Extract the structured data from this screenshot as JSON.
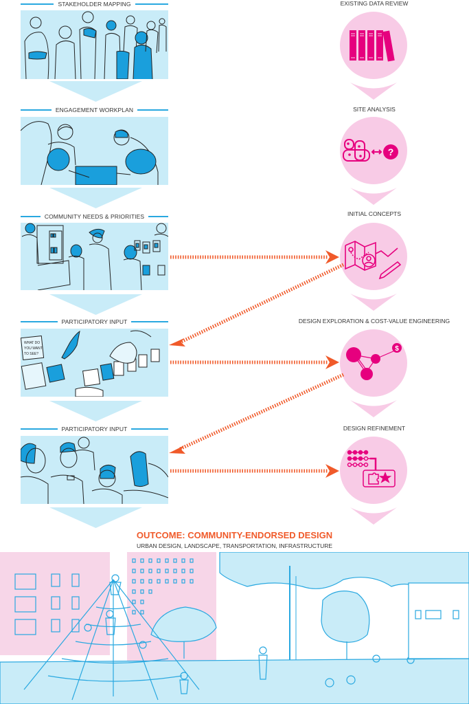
{
  "colors": {
    "sky_blue": "#c9ecf8",
    "accent_blue": "#1a9fdc",
    "line_blue": "#29a8e0",
    "pin_pink": "#f8cbe6",
    "icon_magenta": "#e6007e",
    "arrow_orange": "#f05a2a",
    "building_pink": "#f7d6e8"
  },
  "left_stages": [
    {
      "label": "STAKEHOLDER MAPPING",
      "illustration": "crowd of stakeholders"
    },
    {
      "label": "ENGAGEMENT WORKPLAN",
      "illustration": "team planning over table"
    },
    {
      "label": "COMMUNITY NEEDS & PRIORITIES",
      "illustration": "community members at boards"
    },
    {
      "label": "PARTICIPATORY INPUT",
      "illustration": "sticky notes on a wall"
    },
    {
      "label": "PARTICIPATORY INPUT",
      "illustration": "residents discussing"
    }
  ],
  "note_text": [
    "WHAT DO",
    "YOU WANT",
    "TO SEE?"
  ],
  "right_stages": [
    {
      "label": "EXISTING DATA REVIEW",
      "icon": "binders-icon"
    },
    {
      "label": "SITE ANALYSIS",
      "icon": "site-analysis-icon"
    },
    {
      "label": "INITIAL CONCEPTS",
      "icon": "map-concept-icon"
    },
    {
      "label": "DESIGN EXPLORATION & COST-VALUE ENGINEERING",
      "icon": "network-cost-icon"
    },
    {
      "label": "DESIGN REFINEMENT",
      "icon": "puzzle-refinement-icon"
    }
  ],
  "site_icon_symbol": "?",
  "cost_icon_symbol": "$",
  "outcome": {
    "title": "OUTCOME: COMMUNITY-ENDORSED DESIGN",
    "subtitle": "URBAN DESIGN, LANDSCAPE, TRANSPORTATION, INFRASTRUCTURE",
    "illustration": "park with climbing net, trees and residents"
  }
}
